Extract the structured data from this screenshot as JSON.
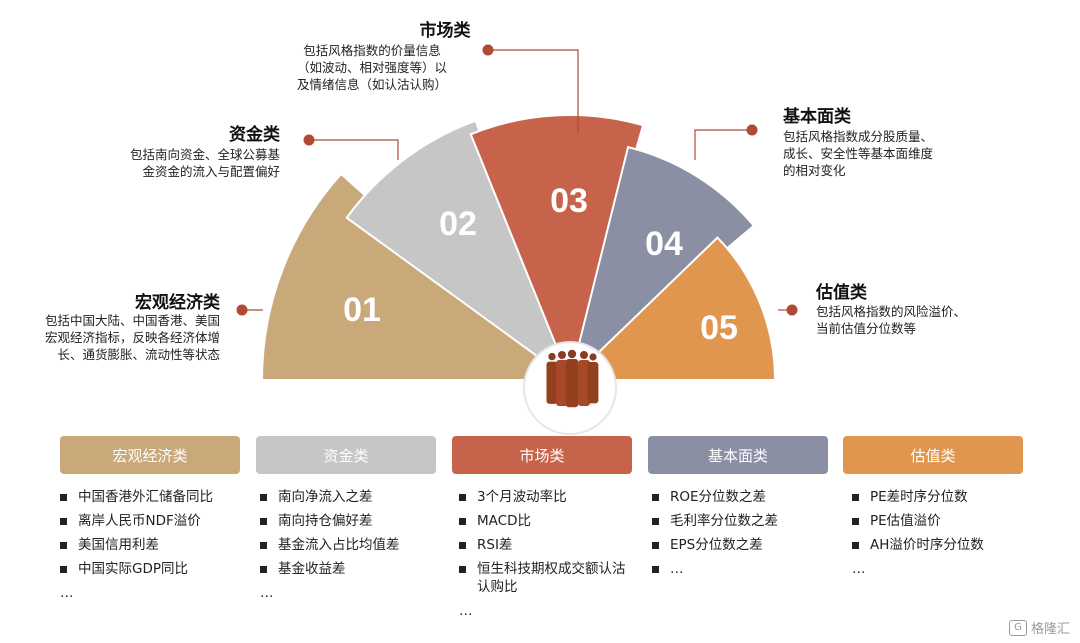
{
  "colors": {
    "macro": "#c9a87a",
    "capital": "#c6c6c6",
    "market": "#c8634b",
    "fundamental": "#8a8fa3",
    "valuation": "#e19650",
    "connector": "#b14a32"
  },
  "segments": [
    {
      "num": "01",
      "title": "宏观经济类",
      "desc": [
        "包括中国大陆、中国香港、美国",
        "宏观经济指标，反映各经济体增",
        "长、通货膨胀、流动性等状态"
      ]
    },
    {
      "num": "02",
      "title": "资金类",
      "desc": [
        "包括南向资金、全球公募基",
        "金资金的流入与配置偏好"
      ]
    },
    {
      "num": "03",
      "title": "市场类",
      "desc": [
        "包括风格指数的价量信息",
        "（如波动、相对强度等）以",
        "及情绪信息（如认沽认购）"
      ]
    },
    {
      "num": "04",
      "title": "基本面类",
      "desc": [
        "包括风格指数成分股质量、",
        "成长、安全性等基本面维度",
        "的相对变化"
      ]
    },
    {
      "num": "05",
      "title": "估值类",
      "desc": [
        "包括风格指数的风险溢价、",
        "当前估值分位数等"
      ]
    }
  ],
  "columns": [
    {
      "header": "宏观经济类",
      "items": [
        "中国香港外汇储备同比",
        "离岸人民币NDF溢价",
        "美国信用利差",
        "中国实际GDP同比"
      ],
      "more": "…"
    },
    {
      "header": "资金类",
      "items": [
        "南向净流入之差",
        "南向持仓偏好差",
        "基金流入占比均值差",
        "基金收益差"
      ],
      "more": "…"
    },
    {
      "header": "市场类",
      "items": [
        "3个月波动率比",
        "MACD比",
        "RSI差",
        "恒生科技期权成交额认沽认购比"
      ],
      "more": "…"
    },
    {
      "header": "基本面类",
      "items": [
        "ROE分位数之差",
        "毛利率分位数之差",
        "EPS分位数之差",
        "…"
      ],
      "more": ""
    },
    {
      "header": "估值类",
      "items": [
        "PE差时序分位数",
        "PE估值溢价",
        "AH溢价时序分位数"
      ],
      "more": "…"
    }
  ],
  "watermark": {
    "icon": "G",
    "text": "格隆汇"
  }
}
